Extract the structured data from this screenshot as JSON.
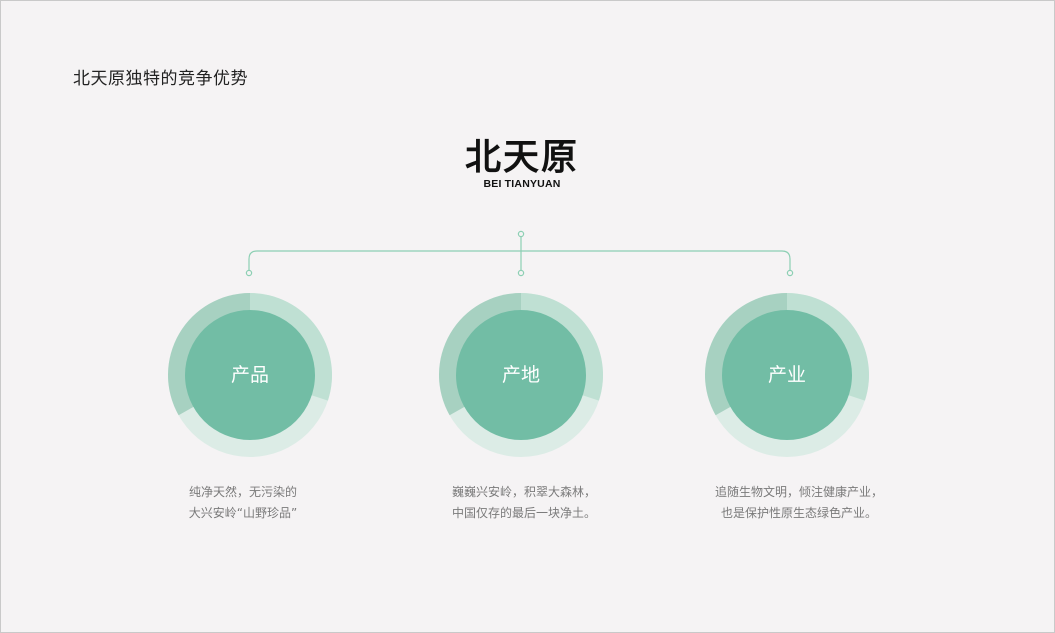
{
  "title": "北天原独特的竞争优势",
  "logo": {
    "cn": "北天原",
    "en": "BEI TIANYUAN"
  },
  "colors": {
    "background": "#f5f3f4",
    "circle_main": "#72bda5",
    "ring_light": "#dcece6",
    "ring_mid": "#bfe0d3",
    "ring_dark": "#a7d1c1",
    "line": "#8ccfb3"
  },
  "items": [
    {
      "label": "产品",
      "desc": [
        "纯净天然，无污染的",
        "大兴安岭“山野珍品”"
      ]
    },
    {
      "label": "产地",
      "desc": [
        "巍巍兴安岭，积翠大森林，",
        "中国仅存的最后一块净土。"
      ]
    },
    {
      "label": "产业",
      "desc": [
        "追随生物文明，倾注健康产业，",
        "也是保护性原生态绿色产业。"
      ]
    }
  ]
}
